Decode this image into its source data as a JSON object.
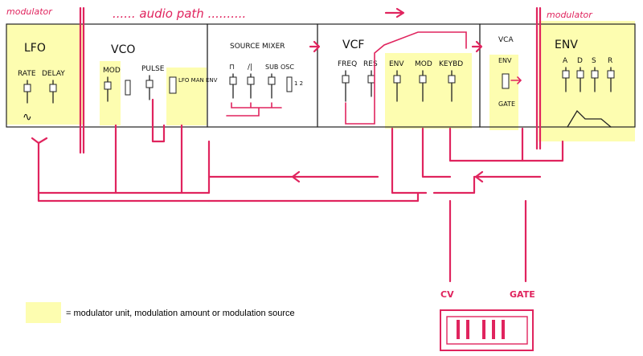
{
  "labels": {
    "modulator_left": "modulator",
    "audio_path": "...... audio   path ..........",
    "modulator_right": "modulator"
  },
  "modules": {
    "lfo": {
      "title": "LFO",
      "rate": "RATE",
      "delay": "DELAY",
      "wave": "∿"
    },
    "vco": {
      "title": "VCO",
      "mod": "MOD",
      "pulse": "PULSE",
      "switch": "LFO MAN ENV"
    },
    "mixer": {
      "title": "SOURCE MIXER",
      "pulse": "⊓",
      "saw": "/|",
      "sub": "SUB OSC",
      "sw": "1 2"
    },
    "vcf": {
      "title": "VCF",
      "freq": "FREQ",
      "res": "RES",
      "env": "ENV",
      "mod": "MOD",
      "kybd": "KEYBD"
    },
    "vca": {
      "title": "VCA",
      "env": "ENV",
      "gate": "GATE"
    },
    "env": {
      "title": "ENV",
      "a": "A",
      "d": "D",
      "s": "S",
      "r": "R"
    }
  },
  "inputs": {
    "cv": "CV",
    "gate": "GATE"
  },
  "legend": {
    "text": "= modulator unit, modulation amount or modulation source"
  },
  "colors": {
    "modulator": "#fdfdb0",
    "wire": "#e0245e"
  }
}
